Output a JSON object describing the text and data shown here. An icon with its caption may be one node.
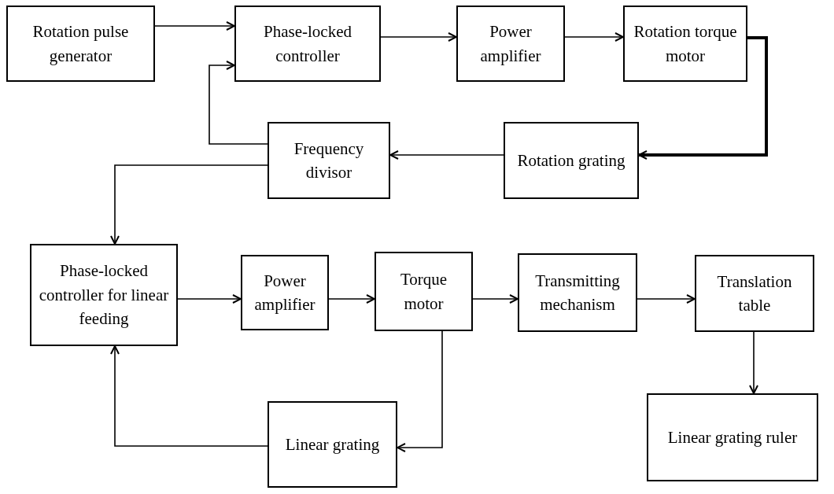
{
  "diagram": {
    "nodes": [
      {
        "text": [
          "Rotation pulse generator"
        ]
      },
      {
        "text": [
          "Phase-locked controller"
        ]
      },
      {
        "text": [
          "Power amplifier"
        ]
      },
      {
        "text": [
          "Rotation torque motor"
        ]
      },
      {
        "text": [
          "Frequency divisor"
        ]
      },
      {
        "text": [
          "Rotation grating"
        ]
      },
      {
        "text": [
          "Phase-locked controller for linear feeding"
        ]
      },
      {
        "text": [
          "Power amplifier"
        ]
      },
      {
        "text": [
          "Torque motor"
        ]
      },
      {
        "text": [
          "Transmitting mechanism"
        ]
      },
      {
        "text": [
          "Translation table"
        ]
      },
      {
        "text": [
          "Linear grating"
        ]
      },
      {
        "text": [
          "Linear grating ruler"
        ]
      }
    ],
    "edges": [
      {
        "from": 0,
        "to": 1,
        "arrow": "to"
      },
      {
        "from": 1,
        "to": 2,
        "arrow": "to"
      },
      {
        "from": 2,
        "to": 3,
        "arrow": "to"
      },
      {
        "from": 3,
        "to": 5,
        "arrow": "to",
        "style": "thick"
      },
      {
        "from": 5,
        "to": 4,
        "arrow": "to"
      },
      {
        "from": 4,
        "to": 1,
        "arrow": "to"
      },
      {
        "from": 4,
        "to": 6,
        "arrow": "to"
      },
      {
        "from": 6,
        "to": 7,
        "arrow": "to"
      },
      {
        "from": 7,
        "to": 8,
        "arrow": "to"
      },
      {
        "from": 8,
        "to": 9,
        "arrow": "to"
      },
      {
        "from": 9,
        "to": 10,
        "arrow": "to"
      },
      {
        "from": 8,
        "to": 11,
        "arrow": "to"
      },
      {
        "from": 11,
        "to": 6,
        "arrow": "to"
      },
      {
        "from": 10,
        "to": 12,
        "arrow": "to"
      }
    ]
  }
}
